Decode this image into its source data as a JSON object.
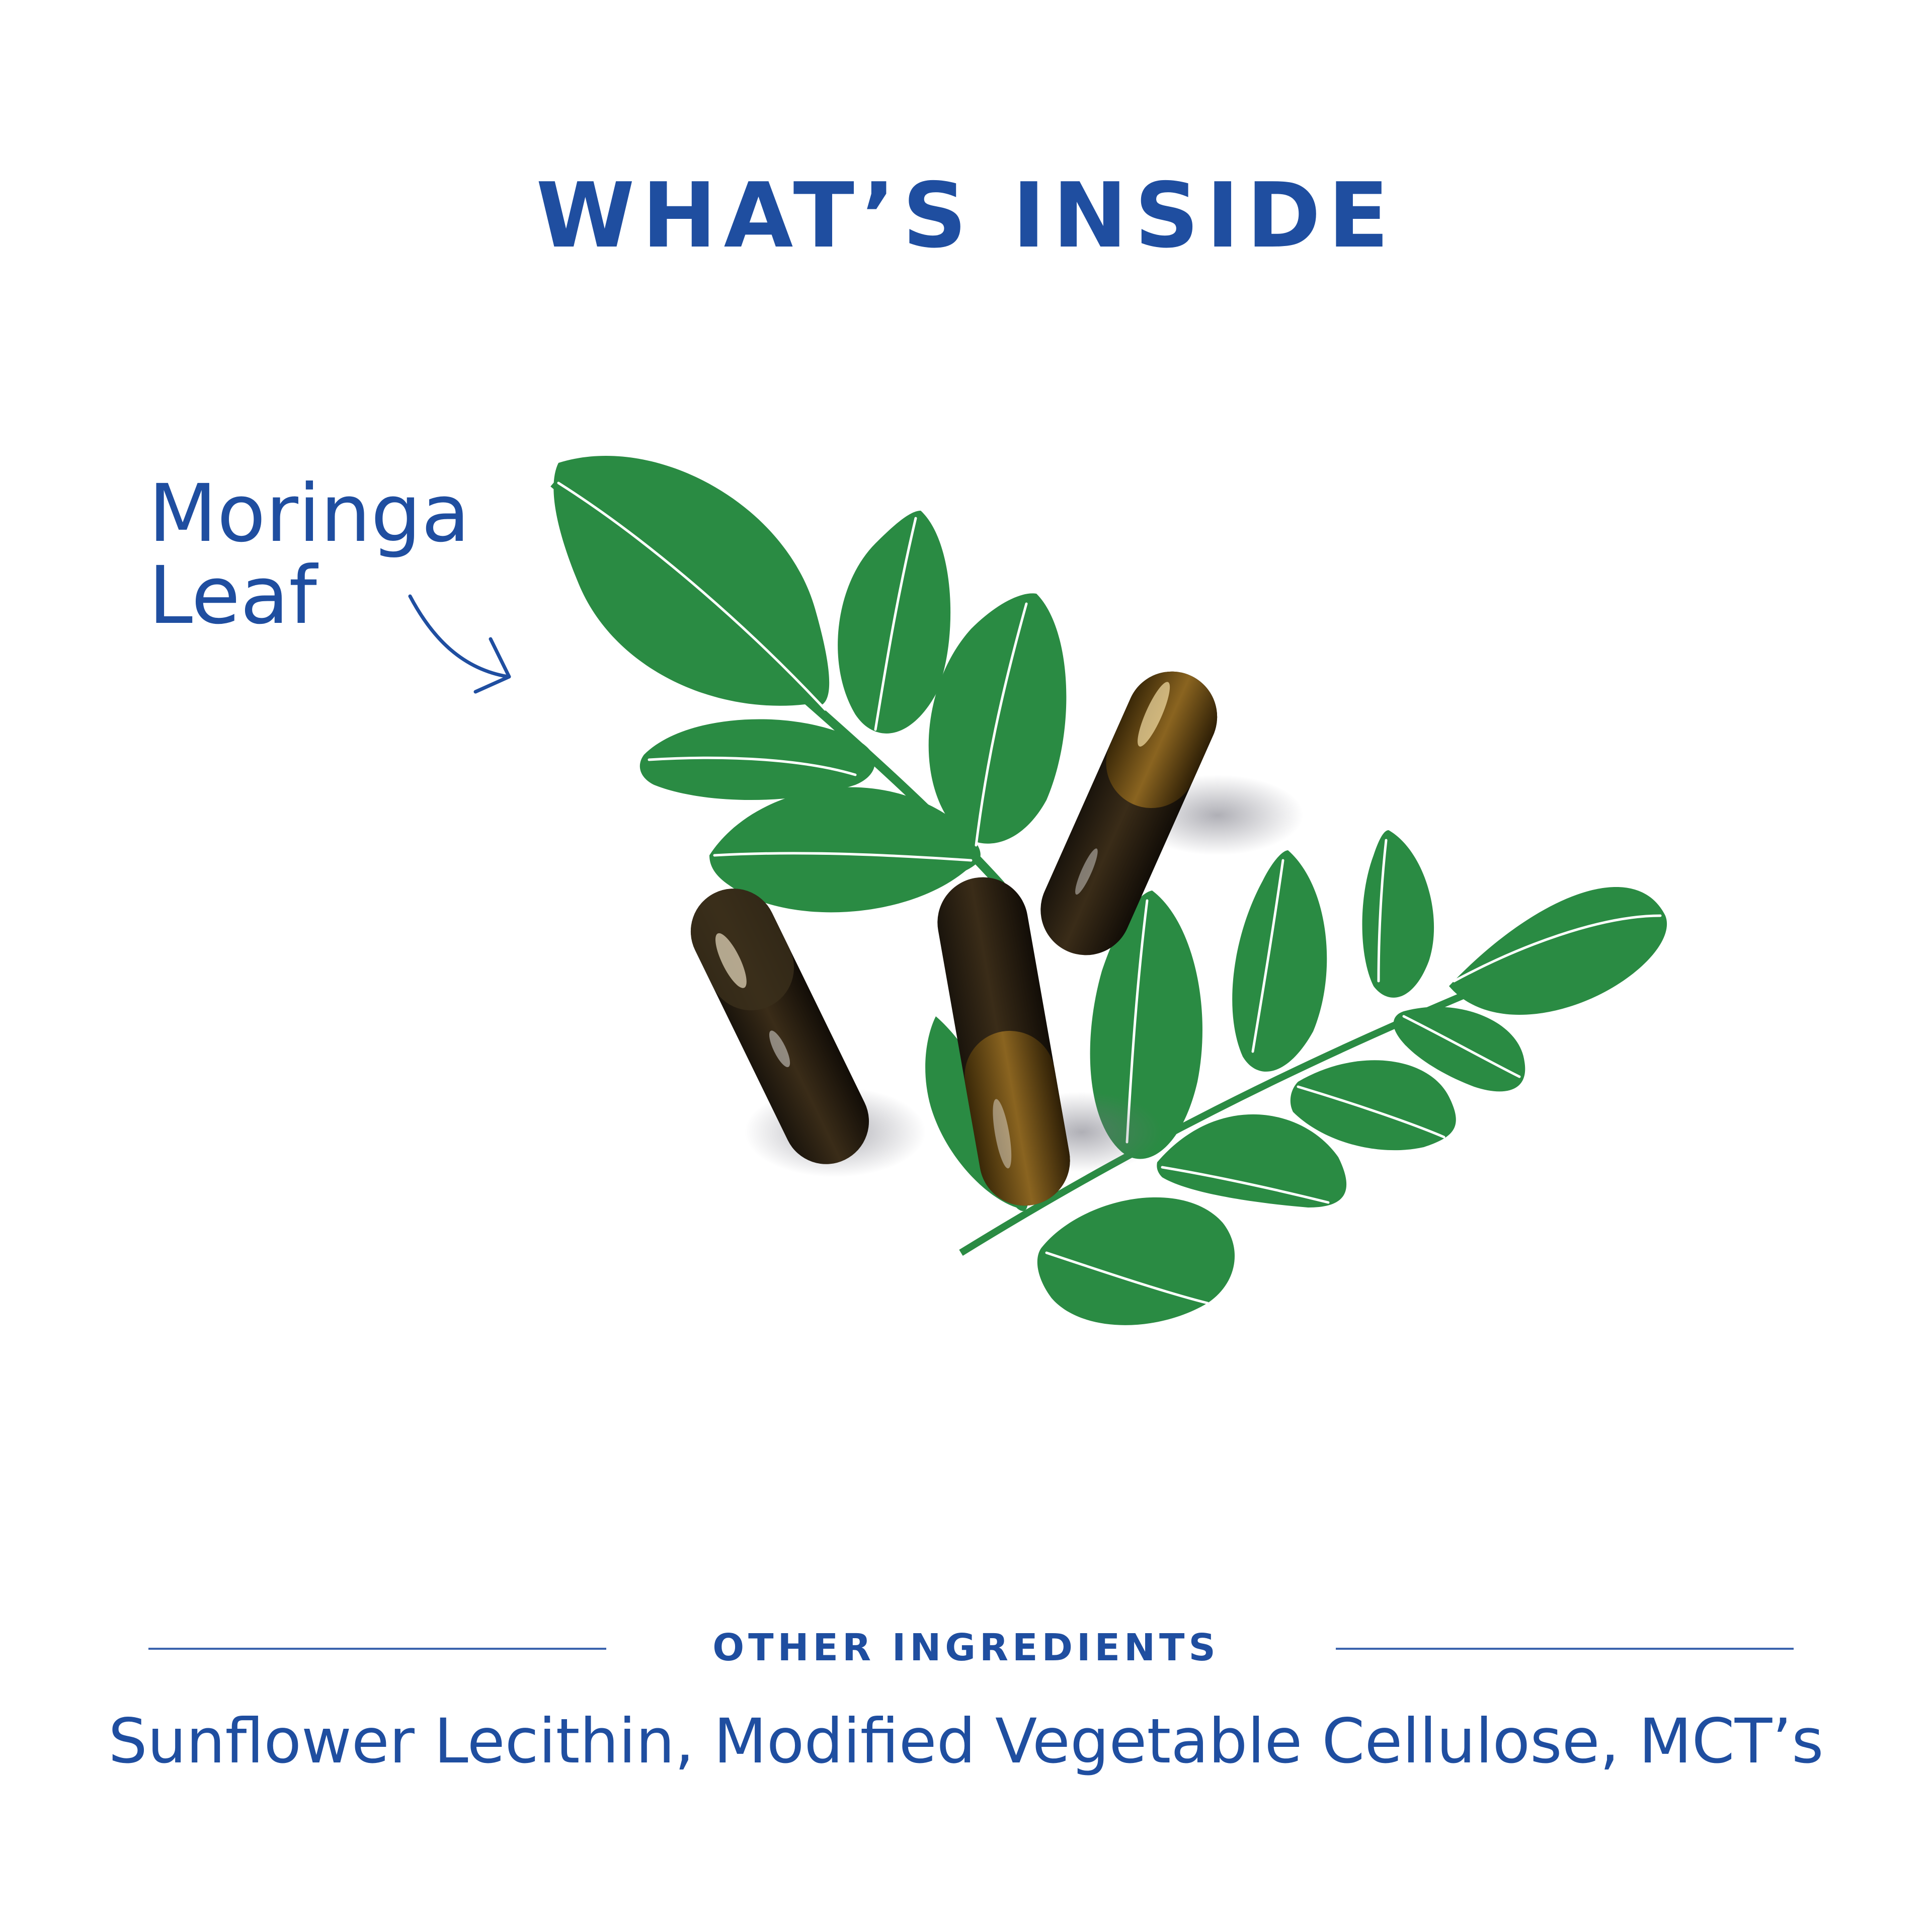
{
  "header": {
    "title": "WHAT’S INSIDE"
  },
  "callout": {
    "line1": "Moringa",
    "line2": "Leaf"
  },
  "other_ingredients": {
    "heading": "OTHER INGREDIENTS",
    "list": "Sunflower Lecithin, Modified Vegetable Cellulose, MCT’s"
  },
  "colors": {
    "text": "#1f4ea0",
    "leaf": "#2a8b43",
    "capsule": "#2b2216"
  }
}
